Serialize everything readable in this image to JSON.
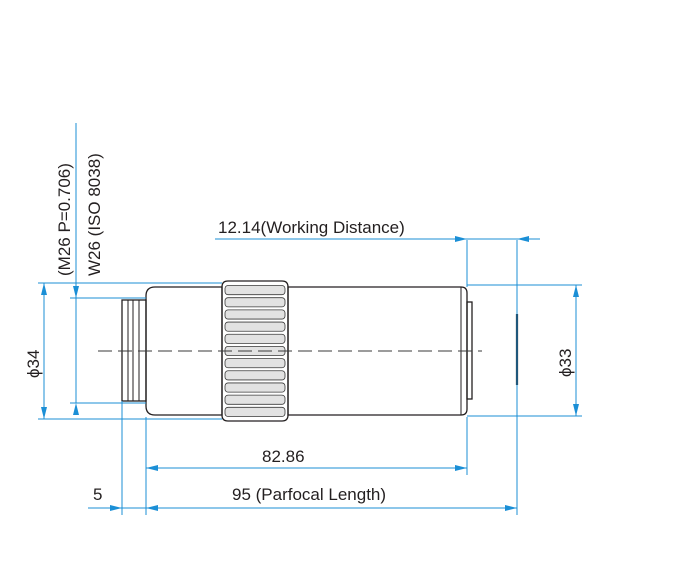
{
  "dimensions": {
    "working_distance": "12.14(Working Distance)",
    "length_82": "82.86",
    "parfocal": "95 (Parfocal Length)",
    "thread_offset": "5",
    "diameter_left": "ϕ34",
    "diameter_right": "ϕ33",
    "thread_m26": "(M26 P=0.706)",
    "thread_w26": "W26 (ISO 8038)"
  },
  "colors": {
    "dimension_line": "#1b8fd6",
    "outline": "#231f20"
  }
}
